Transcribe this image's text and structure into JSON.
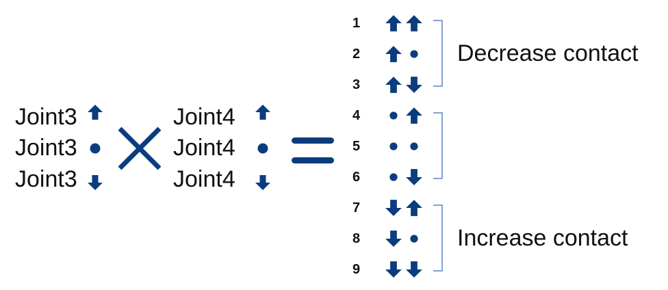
{
  "colors": {
    "symbol": "#0b3d7e",
    "bracket": "#5b84c4",
    "text": "#111111"
  },
  "icons": {
    "up": "up-arrow-icon",
    "down": "down-arrow-icon",
    "dot": "dot-icon"
  },
  "left_factor": {
    "rows": [
      {
        "label": "Joint3",
        "state": "up"
      },
      {
        "label": "Joint3",
        "state": "dot"
      },
      {
        "label": "Joint3",
        "state": "down"
      }
    ]
  },
  "right_factor": {
    "rows": [
      {
        "label": "Joint4",
        "state": "up"
      },
      {
        "label": "Joint4",
        "state": "dot"
      },
      {
        "label": "Joint4",
        "state": "down"
      }
    ]
  },
  "multiply_symbol": "times",
  "equals_symbol": "equals",
  "combinations": [
    {
      "number": "1",
      "joint3": "up",
      "joint4": "up"
    },
    {
      "number": "2",
      "joint3": "up",
      "joint4": "dot"
    },
    {
      "number": "3",
      "joint3": "up",
      "joint4": "down"
    },
    {
      "number": "4",
      "joint3": "dot",
      "joint4": "up"
    },
    {
      "number": "5",
      "joint3": "dot",
      "joint4": "dot"
    },
    {
      "number": "6",
      "joint3": "dot",
      "joint4": "down"
    },
    {
      "number": "7",
      "joint3": "down",
      "joint4": "up"
    },
    {
      "number": "8",
      "joint3": "down",
      "joint4": "dot"
    },
    {
      "number": "9",
      "joint3": "down",
      "joint4": "down"
    }
  ],
  "groups": [
    {
      "label": "Decrease contact",
      "first": 1,
      "last": 3
    },
    {
      "label": "",
      "first": 4,
      "last": 6
    },
    {
      "label": "Increase contact",
      "first": 7,
      "last": 9
    }
  ]
}
